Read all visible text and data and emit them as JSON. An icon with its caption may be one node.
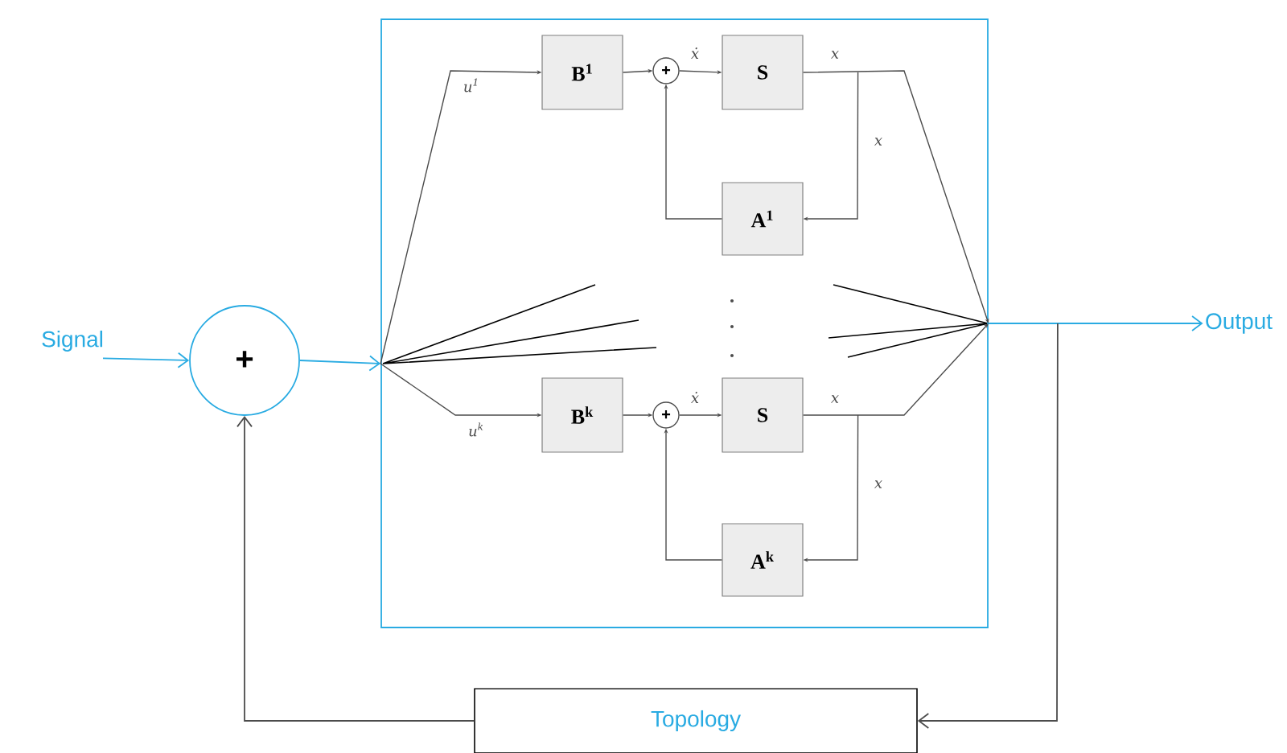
{
  "diagram": {
    "nodes": [
      {
        "text": [],
        "shape": "box"
      },
      {
        "text": [
          "Signal"
        ]
      },
      {
        "text": [
          "+"
        ]
      },
      {
        "text": [
          "B$^{1}$"
        ],
        "in": 0
      },
      {
        "text": [
          "+"
        ],
        "in": 0
      },
      {
        "text": [
          "S"
        ],
        "in": 0
      },
      {
        "text": [
          "A$^{1}$"
        ],
        "in": 0
      },
      {
        "text": [
          "B$^{k}$"
        ],
        "in": 0
      },
      {
        "text": [
          "+"
        ],
        "in": 0
      },
      {
        "text": [
          "S"
        ],
        "in": 0
      },
      {
        "text": [
          "A$^{k}$"
        ],
        "in": 0
      },
      {
        "text": [
          "Output"
        ]
      },
      {
        "text": [
          "Topology"
        ]
      }
    ],
    "edges": [
      {
        "from": 1,
        "to": 2,
        "arrow": "to",
        "color": "#29abe2"
      },
      {
        "from": 2,
        "to": 0,
        "arrow": "to",
        "color": "#29abe2"
      },
      {
        "from": 0,
        "to": 3,
        "arrow": "to",
        "label": "u$^{1}$"
      },
      {
        "from": 0,
        "to": 7,
        "arrow": "to",
        "label": "u$^{k}$"
      },
      {
        "from": 3,
        "to": 4,
        "arrow": "to"
      },
      {
        "from": 4,
        "to": 5,
        "arrow": "to",
        "label": "ẋ"
      },
      {
        "from": 5,
        "to": 0,
        "arrow": "to",
        "label": "x"
      },
      {
        "from": 5,
        "to": 6,
        "arrow": "to",
        "label": "x"
      },
      {
        "from": 6,
        "to": 4,
        "arrow": "to"
      },
      {
        "from": 7,
        "to": 8,
        "arrow": "to"
      },
      {
        "from": 8,
        "to": 9,
        "arrow": "to",
        "label": "ẋ"
      },
      {
        "from": 9,
        "to": 0,
        "arrow": "to",
        "label": "x"
      },
      {
        "from": 9,
        "to": 10,
        "arrow": "to",
        "label": "x"
      },
      {
        "from": 10,
        "to": 8,
        "arrow": "to"
      },
      {
        "from": 0,
        "to": 11,
        "arrow": "to",
        "color": "#29abe2"
      },
      {
        "from": 0,
        "to": 12,
        "arrow": "to"
      },
      {
        "from": 12,
        "to": 2,
        "arrow": "to"
      }
    ]
  }
}
